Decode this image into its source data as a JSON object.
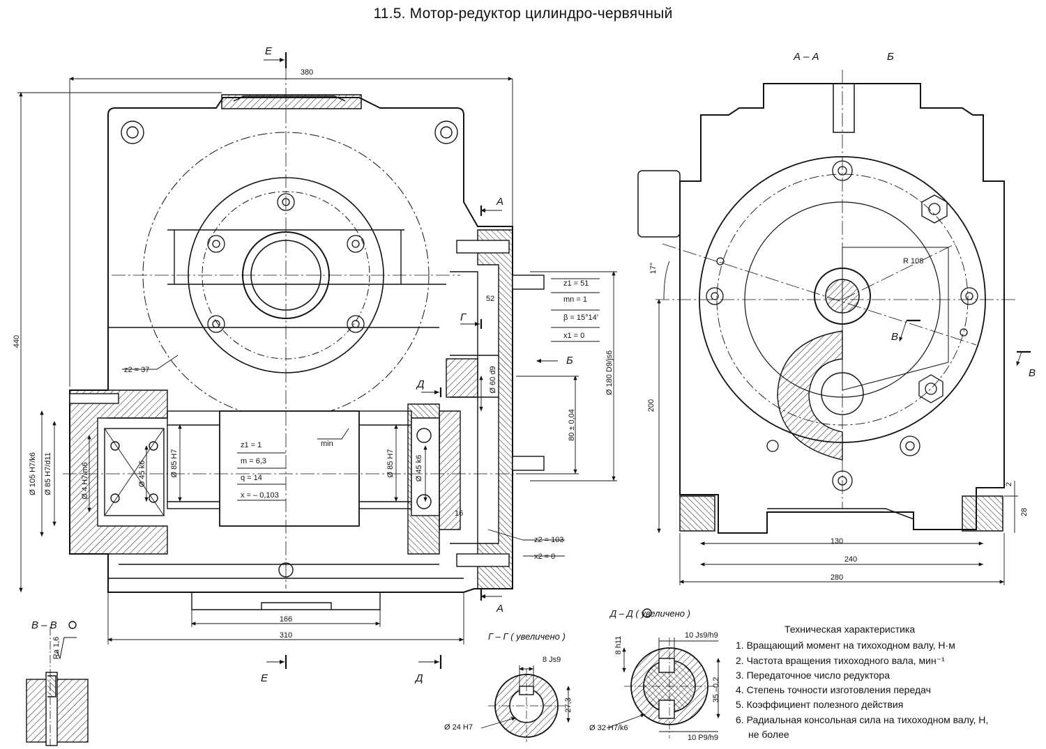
{
  "title": "11.5. Мотор-редуктор цилиндро-червячный",
  "dimensions": {
    "d380": "380",
    "d440": "440",
    "d166": "166",
    "d310": "310",
    "d200": "200",
    "d130": "130",
    "d240": "240",
    "d280": "280",
    "d2": "2",
    "d28": "28",
    "d52": "52",
    "d16": "16",
    "d17deg": "17°",
    "d80": "80 ± 0,04",
    "d180": "Ø 180 D9/js6",
    "d60": "Ø 60 d9",
    "r108": "R 108",
    "min": "min",
    "d105": "Ø 105 H7/k6",
    "d85h7d11": "Ø 85 H7/d11",
    "d4": "Ø 4 H7/m6",
    "d45k6": "Ø 45 k6",
    "d85h7": "Ø 85 H7",
    "d85h7r": "Ø 85 H7",
    "d45k6r": "Ø 45 k6"
  },
  "gear_params": {
    "z1a": "z1 = 51",
    "mn": "mn = 1",
    "beta": "β = 15°14′",
    "x1": "x1 = 0",
    "z2": "z2 = 37",
    "z1b": "z1 = 1",
    "m": "m = 6,3",
    "q": "q = 14",
    "x": "x = – 0,103",
    "z2b": "z2 = 103",
    "x2": "x2 = 0"
  },
  "section_labels": {
    "E_top": "Е",
    "A_top": "А",
    "A_bot": "А",
    "G": "Г",
    "D": "Д",
    "B_arrow": "Б",
    "AA": "А – А",
    "B_view": "Б",
    "V_left": "В",
    "V_right": "В",
    "E_bot": "Е",
    "D_bot": "Д"
  },
  "details": {
    "vv": "В – В",
    "ra": "Ra 1,6",
    "gg": "Г – Г  ( увеличено )",
    "gg_8": "8 Js9",
    "gg_24": "Ø 24 H7",
    "gg_27": "27,3",
    "dd": "Д – Д      ( увеличено )",
    "dd_10js": "10 Js9/h9",
    "dd_8h11": "8 h11",
    "dd_35": "35 –0,2",
    "dd_32": "Ø 32 H7/k6",
    "dd_10p": "10 P9/h9"
  },
  "spec": {
    "heading": "Техническая характеристика",
    "items": [
      "1. Вращающий момент на тихоходном валу, Н·м",
      "2. Частота вращения тихоходного вала, мин⁻¹",
      "3. Передаточное число редуктора",
      "4. Степень точности изготовления передач",
      "5. Коэффициент полезного действия",
      "6. Радиальная консольная сила на тихоходном валу, Н,",
      "не более"
    ]
  }
}
